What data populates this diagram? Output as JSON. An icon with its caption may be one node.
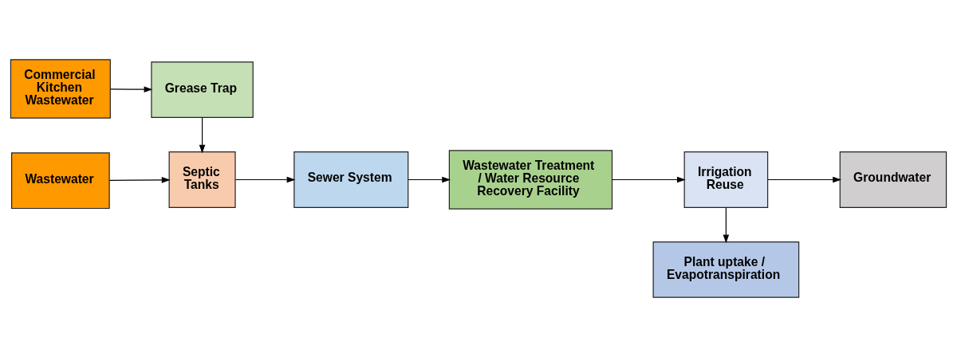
{
  "diagram": {
    "nodes": [
      {
        "text": [
          "Plant uptake / Evapotranspiration"
        ]
      },
      {
        "text": [
          "Wastewater"
        ]
      },
      {
        "text": [
          "Septic Tanks"
        ]
      },
      {
        "text": [
          "Sewer System"
        ]
      },
      {
        "text": [
          "Wastewater Treatment / Water Resource Recovery Facility"
        ]
      },
      {
        "text": [
          "Irrigation Reuse"
        ]
      },
      {
        "text": [
          "Groundwater"
        ]
      },
      {
        "text": [
          "Commercial Kitchen Wastewater"
        ]
      },
      {
        "text": [
          "Grease Trap"
        ]
      }
    ],
    "edges": [
      {
        "from": 1,
        "to": 2,
        "arrow": "to"
      },
      {
        "from": 2,
        "to": 3,
        "arrow": "to"
      },
      {
        "from": 3,
        "to": 4,
        "arrow": "to"
      },
      {
        "from": 4,
        "to": 5,
        "arrow": "to"
      },
      {
        "from": 5,
        "to": 0,
        "arrow": "to"
      },
      {
        "from": 5,
        "to": 6,
        "arrow": "to"
      },
      {
        "from": 7,
        "to": 8,
        "arrow": "to"
      },
      {
        "from": 8,
        "to": 2,
        "arrow": "to"
      }
    ]
  }
}
